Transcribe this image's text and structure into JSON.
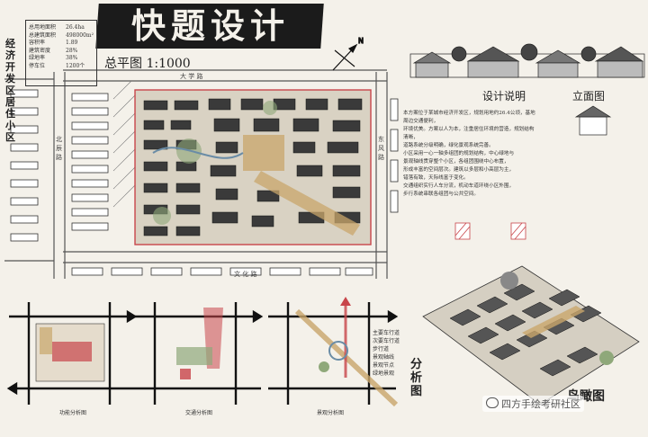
{
  "title": "快题设计",
  "side_title": "经济开发区居住小区",
  "notes": {
    "labels": [
      "总用地面积",
      "总建筑面积",
      "容积率",
      "建筑密度",
      "绿地率",
      "停车位"
    ],
    "values": [
      "26.4ha",
      "498000m²",
      "1.89",
      "28%",
      "38%",
      "1200个"
    ]
  },
  "plan_title": "总平图 1:1000",
  "design_title": "设计说明",
  "elevation_title": "立面图",
  "design_text": [
    "本方案位于某城市经济开发区，规划用地约26.4公顷，基地周边交通便利，",
    "环境优美。方案以人为本，注重居住环境的营造，规划结构清晰，",
    "道路系统分级明确，绿化景观系统完善。",
    "小区采用一心一轴多组团的规划结构，中心绿地与",
    "景观轴线贯穿整个小区，各组团围绕中心布置，",
    "形成丰富的空间层次。建筑以多层和小高层为主，",
    "错落有致，天际线富于变化。",
    "交通组织实行人车分流，机动车道环绕小区外围，",
    "步行系统串联各组团与公共空间。"
  ],
  "analysis_label": "分析图",
  "analysis_captions": [
    "功能分析图",
    "交通分析图",
    "景观分析图"
  ],
  "birdseye_label": "鸟瞰图",
  "watermark": "四方手绘考研社区",
  "road_labels": [
    "大 学 路",
    "文 化 路",
    "北 辰 路",
    "东 风 路"
  ],
  "legend_labels": [
    "主要车行道",
    "次要车行道",
    "步行道",
    "景观轴线",
    "景观节点",
    "绿地景观"
  ],
  "colors": {
    "ink": "#1b1b1b",
    "paper": "#f4f1ea",
    "accent_red": "#c8454a",
    "accent_tan": "#c9a66b",
    "green": "#8fa87a"
  }
}
